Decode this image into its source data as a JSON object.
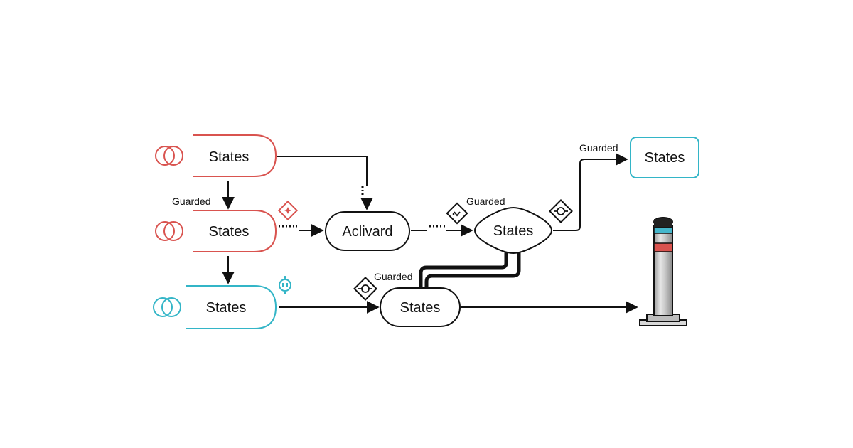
{
  "diagram": {
    "nodes": {
      "state_top": {
        "label": "States",
        "color": "#d9534f"
      },
      "state_mid": {
        "label": "States",
        "color": "#d9534f"
      },
      "state_bottom": {
        "label": "States",
        "color": "#33b5c7"
      },
      "activard": {
        "label": "Aclivard",
        "color": "#111111"
      },
      "state_diamond": {
        "label": "States",
        "color": "#111111"
      },
      "state_center": {
        "label": "States",
        "color": "#111111"
      },
      "state_topright": {
        "label": "States",
        "color": "#33b5c7"
      }
    },
    "edge_labels": {
      "top_to_mid": "Guarded",
      "activard_to_diamond": "Guarded",
      "diamond_to_topright": "Guarded",
      "diamond_to_center": "Guarded"
    },
    "icons": {
      "red_sparkle": "diamond-sparkle-icon",
      "teal_badge": "teal-badge-icon",
      "loop_diamond": "diamond-loop-icon",
      "eye_diamond": "diamond-eye-icon"
    },
    "colors": {
      "red": "#d9534f",
      "teal": "#33b5c7",
      "ink": "#111111",
      "bollard_steel": "#c8c8c8"
    }
  }
}
